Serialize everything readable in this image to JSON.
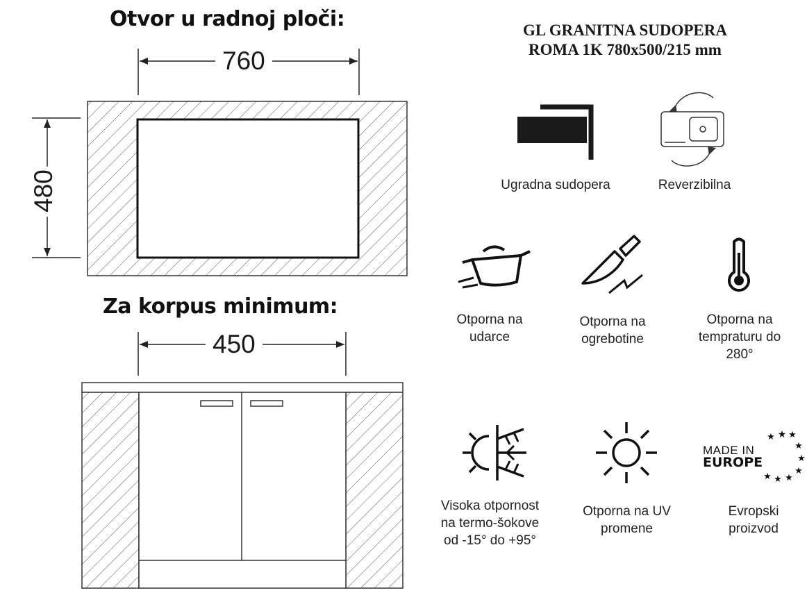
{
  "cutout": {
    "heading": "Otvor u radnoj ploči:",
    "width_label": "760",
    "height_label": "480"
  },
  "cabinet": {
    "heading": "Za korpus minimum:",
    "width_label": "450"
  },
  "product": {
    "title_line1": "GL GRANITNA SUDOPERA",
    "title_line2": "ROMA 1K 780x500/215 mm"
  },
  "features": {
    "built_in": {
      "label": "Ugradna sudopera",
      "icon": "built-in-sink-icon"
    },
    "reversible": {
      "label": "Reverzibilna",
      "icon": "reversible-sink-icon"
    },
    "impact": {
      "line1": "Otporna na",
      "line2": "udarce",
      "icon": "pot-impact-icon"
    },
    "scratch": {
      "line1": "Otporna na",
      "line2": "ogrebotine",
      "icon": "knife-scratch-icon"
    },
    "temperature": {
      "line1": "Otporna na",
      "line2": "tempraturu do",
      "line3": "280°",
      "icon": "thermometer-icon"
    },
    "thermal_shock": {
      "line1": "Visoka otpornost",
      "line2": "na termo-šokove",
      "line3": "od -15° do +95°",
      "icon": "sun-snowflake-icon"
    },
    "uv": {
      "line1": "Otporna na UV",
      "line2": "promene",
      "icon": "sun-icon"
    },
    "made_in_europe": {
      "badge_line1": "MADE IN",
      "badge_line2": "EUROPE",
      "line1": "Evropski",
      "line2": "proizvod",
      "icon": "made-in-europe-icon"
    }
  }
}
